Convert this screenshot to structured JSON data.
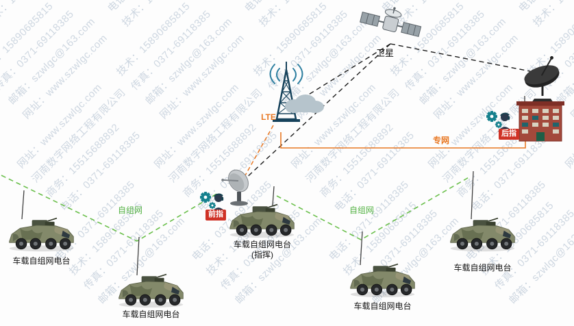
{
  "colors": {
    "accent_orange": "#e87722",
    "adhoc_green": "#6abf4b",
    "command_tag_red": "#cf3226",
    "tower_blue": "#16425b",
    "gear_teal": "#15808d",
    "watermark": "rgba(128,152,178,0.38)"
  },
  "labels": {
    "satellite": "卫星",
    "lte": "LTE",
    "private_network": "专网",
    "rear_command": "后指",
    "front_command": "前指",
    "adhoc_left": "自组网",
    "adhoc_right": "自组网"
  },
  "vehicles": [
    {
      "id": "left-1",
      "label": "车载自组网电台"
    },
    {
      "id": "left-2",
      "label": "车载自组网电台"
    },
    {
      "id": "center",
      "label": "车载自组网电台",
      "sublabel": "(指挥)"
    },
    {
      "id": "right-1",
      "label": "车载自组网电台"
    },
    {
      "id": "right-2",
      "label": "车载自组网电台"
    }
  ],
  "icons": {
    "satellite-icon": "communications satellite",
    "lte-tower-icon": "lattice tower with signal waves",
    "cloud-icon": "network cloud",
    "ground-dish-icon": "ground station satellite dish",
    "building-icon": "rear headquarters building",
    "operator-gear-icon": "operator with gears",
    "vehicle-dish-icon": "vehicle-mounted satcom dish",
    "armored-vehicle-icon": "armored radio vehicle"
  },
  "watermark": {
    "lines": [
      "河南数字网络工程有限公司",
      "商务：15515688892",
      "电话：0371-69118385",
      "技术：15890685815",
      "传真：0371-69118385",
      "邮箱：szwlgc@163.com",
      "网址：www.szwlgc.com"
    ]
  }
}
